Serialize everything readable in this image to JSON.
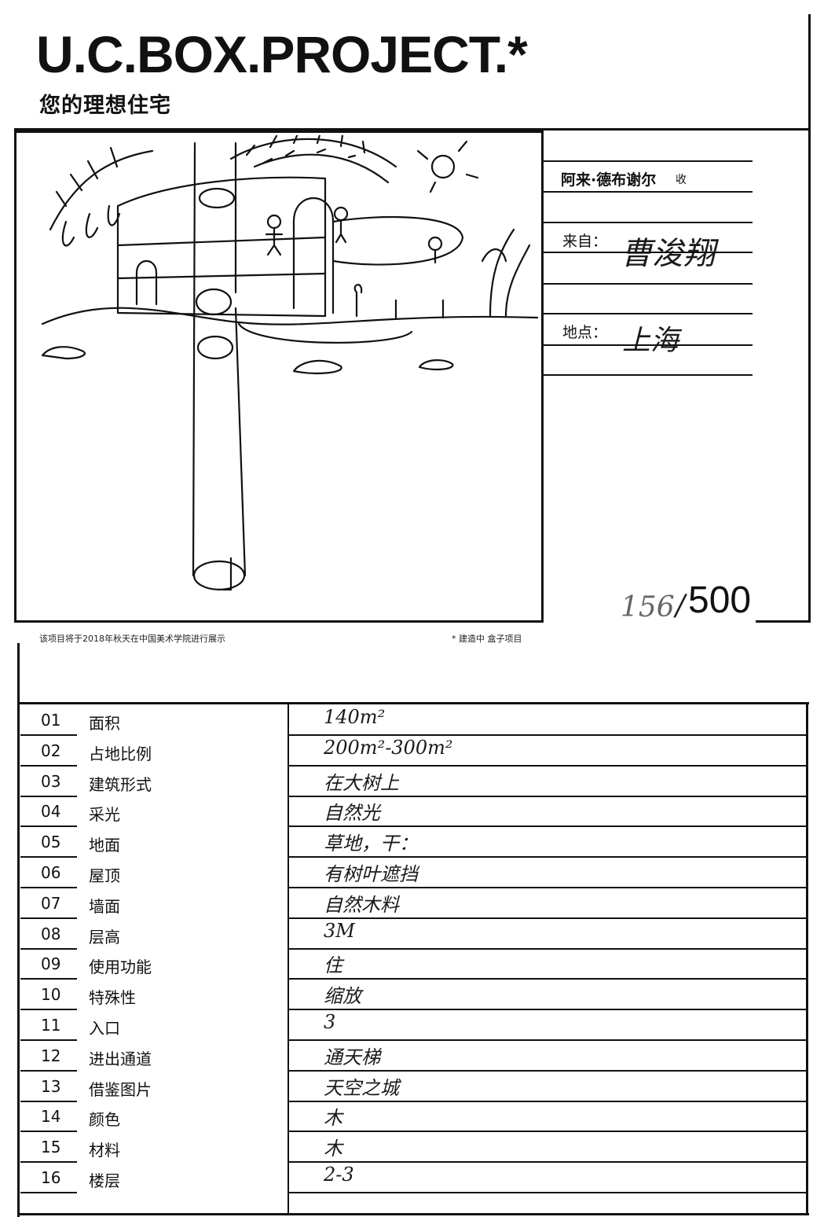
{
  "header": {
    "title": "U.C.BOX.PROJECT.*",
    "subtitle": "您的理想住宅"
  },
  "info": {
    "recipient": "阿来·德布谢尔",
    "recipient_suffix": "收",
    "from_label": "来自：",
    "from_value": "曹浚翔",
    "location_label": "地点：",
    "location_value": "上海"
  },
  "counter": {
    "handwritten": "156",
    "separator": "/",
    "total": "500"
  },
  "footer": {
    "left_note": "该项目将于2018年秋天在中国美术学院进行展示",
    "right_note": "* 建造中 盒子项目"
  },
  "table": {
    "rows": [
      {
        "num": "01",
        "label": "面积",
        "value": "140m²"
      },
      {
        "num": "02",
        "label": "占地比例",
        "value": "200m²-300m²"
      },
      {
        "num": "03",
        "label": "建筑形式",
        "value": "在大树上"
      },
      {
        "num": "04",
        "label": "采光",
        "value": "自然光"
      },
      {
        "num": "05",
        "label": "地面",
        "value": "草地，干："
      },
      {
        "num": "06",
        "label": "屋顶",
        "value": "有树叶遮挡"
      },
      {
        "num": "07",
        "label": "墙面",
        "value": "自然木料"
      },
      {
        "num": "08",
        "label": "层高",
        "value": "3M"
      },
      {
        "num": "09",
        "label": "使用功能",
        "value": "住"
      },
      {
        "num": "10",
        "label": "特殊性",
        "value": "缩放"
      },
      {
        "num": "11",
        "label": "入口",
        "value": "3"
      },
      {
        "num": "12",
        "label": "进出通道",
        "value": "通天梯"
      },
      {
        "num": "13",
        "label": "借鉴图片",
        "value": "天空之城"
      },
      {
        "num": "14",
        "label": "颜色",
        "value": "木"
      },
      {
        "num": "15",
        "label": "材料",
        "value": "木"
      },
      {
        "num": "16",
        "label": "楼层",
        "value": "2-3"
      }
    ]
  }
}
